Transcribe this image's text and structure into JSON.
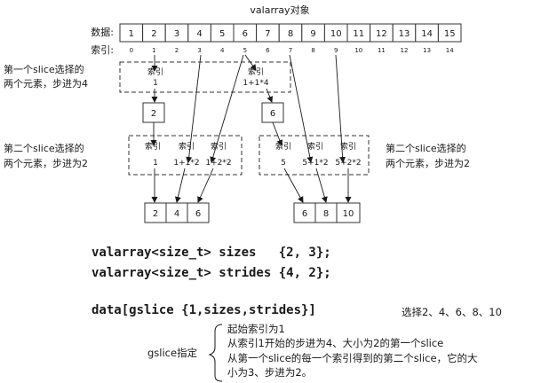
{
  "title": "valarray对象",
  "data_label": "数据:",
  "index_label": "索引:",
  "values": [
    "1",
    "2",
    "3",
    "4",
    "5",
    "6",
    "7",
    "8",
    "9",
    "10",
    "11",
    "12",
    "13",
    "14",
    "15"
  ],
  "indices": [
    "0",
    "1",
    "2",
    "3",
    "4",
    "5",
    "6",
    "7",
    "8",
    "9",
    "10",
    "11",
    "12",
    "13",
    "14"
  ],
  "first_slice": {
    "desc_line1": "第一个slice选择的",
    "desc_line2": "两个元素，步进为4",
    "items": [
      {
        "head": "索引",
        "expr": "1",
        "value": "2"
      },
      {
        "head": "索引",
        "expr": "1+1*4",
        "value": "6"
      }
    ]
  },
  "second_slice_left": {
    "desc_line1": "第二个slice选择的",
    "desc_line2": "两个元素，步进为2",
    "items": [
      {
        "head": "索引",
        "expr": "1"
      },
      {
        "head": "索引",
        "expr": "1+1*2"
      },
      {
        "head": "索引",
        "expr": "1+2*2"
      }
    ],
    "results": [
      "2",
      "4",
      "6"
    ]
  },
  "second_slice_right": {
    "desc_line1": "第二个slice选择的",
    "desc_line2": "两个元素，步进为2",
    "items": [
      {
        "head": "索引",
        "expr": "5"
      },
      {
        "head": "索引",
        "expr": "5+1*2"
      },
      {
        "head": "索引",
        "expr": "5+2*2"
      }
    ],
    "results": [
      "6",
      "8",
      "10"
    ]
  },
  "code": {
    "line1": "valarray<size_t> sizes   {2, 3};",
    "line2": "valarray<size_t> strides {4, 2};",
    "line3": "data[gslice {1,sizes,strides}]"
  },
  "selection_note": "选择2、4、6、8、10",
  "gslice_label": "gslice指定",
  "notes": [
    "起始索引为1",
    "从索引1开始的步进为4、大小为2的第一个slice",
    "从第一个slice的每一个索引得到的第二个slice，它的大",
    "小为3、步进为2。"
  ]
}
